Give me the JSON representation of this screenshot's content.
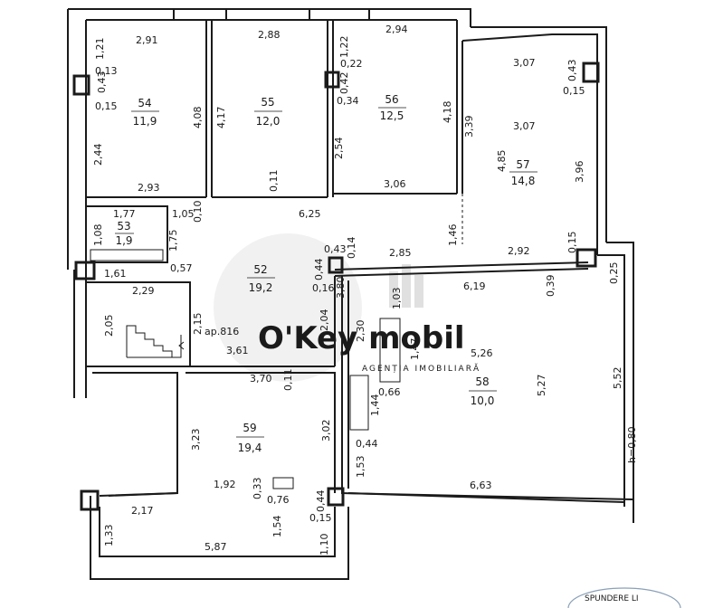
{
  "rooms": [
    {
      "number": "54",
      "area": "11,9"
    },
    {
      "number": "55",
      "area": "12,0"
    },
    {
      "number": "56",
      "area": "12,5"
    },
    {
      "number": "57",
      "area": "14,8"
    },
    {
      "number": "53",
      "area": "1,9"
    },
    {
      "number": "52",
      "area": "19,2"
    },
    {
      "number": "58",
      "area": "10,0"
    },
    {
      "number": "59",
      "area": "19,4"
    }
  ],
  "dimensions": {
    "d_2_91": "2,91",
    "d_2_88": "2,88",
    "d_2_94": "2,94",
    "d_3_07_top": "3,07",
    "d_3_07_mid": "3,07",
    "d_1_21": "1,21",
    "d_0_13": "0,13",
    "d_0_43_a": "0,43",
    "d_0_15_a": "0,15",
    "d_4_08": "4,08",
    "d_4_17": "4,17",
    "d_1_22": "1,22",
    "d_0_22": "0,22",
    "d_0_42": "0,42",
    "d_0_34": "0,34",
    "d_4_18": "4,18",
    "d_0_43_b": "0,43",
    "d_0_15_b": "0,15",
    "d_3_39": "3,39",
    "d_4_85": "4,85",
    "d_3_96": "3,96",
    "d_2_44": "2,44",
    "d_2_54": "2,54",
    "d_2_93": "2,93",
    "d_0_11_a": "0,11",
    "d_3_06": "3,06",
    "d_1_77": "1,77",
    "d_1_05": "1,05",
    "d_0_10": "0,10",
    "d_6_25": "6,25",
    "d_1_46": "1,46",
    "d_1_08": "1,08",
    "d_1_75": "1,75",
    "d_0_43_c": "0,43",
    "d_0_14": "0,14",
    "d_2_85": "2,85",
    "d_2_92": "2,92",
    "d_0_15_c": "0,15",
    "d_1_61": "1,61",
    "d_0_57": "0,57",
    "d_0_44_a": "0,44",
    "d_3_80": "3,80",
    "d_0_16": "0,16",
    "d_6_19": "6,19",
    "d_0_39": "0,39",
    "d_0_25": "0,25",
    "d_2_29": "2,29",
    "d_1_03": "1,03",
    "d_2_05": "2,05",
    "d_2_15": "2,15",
    "d_2_04": "2,04",
    "d_2_30": "2,30",
    "d_5_26": "5,26",
    "d_5_52": "5,52",
    "d_3_61": "3,61",
    "d_1_47": "1,47",
    "d_3_70": "3,70",
    "d_0_11_b": "0,11",
    "d_0_66": "0,66",
    "d_5_27": "5,27",
    "d_1_44": "1,44",
    "d_3_23": "3,23",
    "d_3_02": "3,02",
    "d_0_44_b": "0,44",
    "d_h_0_80": "h=0,80",
    "d_1_53": "1,53",
    "d_1_92": "1,92",
    "d_0_33": "0,33",
    "d_0_76": "0,76",
    "d_6_63": "6,63",
    "d_0_44_c": "0,44",
    "d_2_17": "2,17",
    "d_1_54": "1,54",
    "d_0_15_d": "0,15",
    "d_1_33": "1,33",
    "d_5_87": "5,87",
    "d_1_10": "1,10"
  },
  "notes": {
    "stair_label": "ар.816"
  },
  "watermark": {
    "brand": "O'Key mobil",
    "tagline": "AGENȚIA IMOBILIARĂ"
  },
  "stamp": {
    "text": "SPUNDERE LI"
  },
  "colors": {
    "wall": "#1a1a1a",
    "background": "#ffffff",
    "watermark": "#d9d9d9",
    "stamp": "#8aa0b8"
  }
}
